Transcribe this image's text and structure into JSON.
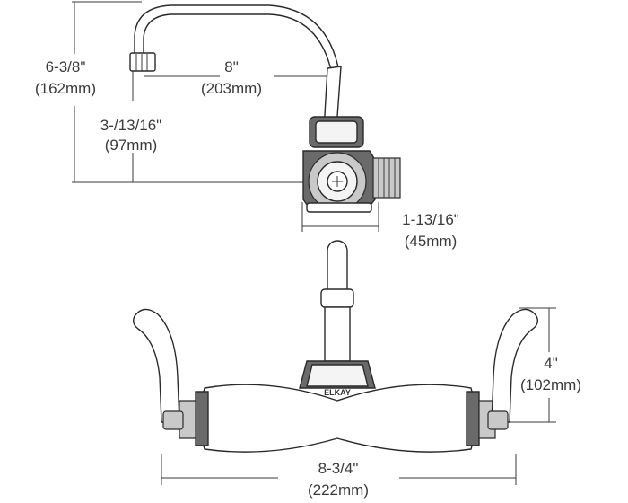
{
  "side_view": {
    "total_height": {
      "imperial": "6-3/8\"",
      "metric": "(162mm)"
    },
    "spout_reach": {
      "imperial": "8\"",
      "metric": "(203mm)"
    },
    "spout_height": {
      "imperial": "3-/13/16\"",
      "metric": "(97mm)"
    },
    "body_depth": {
      "imperial": "1-13/16\"",
      "metric": "(45mm)"
    }
  },
  "front_view": {
    "brand_mark": "ELKAY",
    "handle_height": {
      "imperial": "4\"",
      "metric": "(102mm)"
    },
    "overall_width": {
      "imperial": "8-3/4\"",
      "metric": "(222mm)"
    }
  }
}
